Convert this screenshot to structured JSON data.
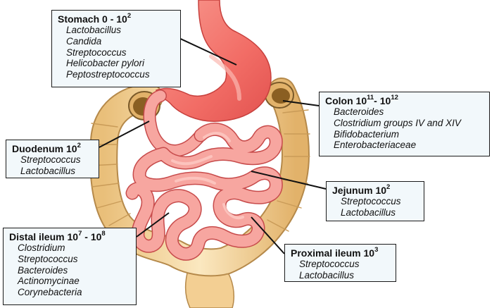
{
  "labels": {
    "stomach": {
      "name": "Stomach",
      "count_prefix": "0 - 10",
      "count_exp": "2",
      "organisms": [
        "Lactobacillus",
        "Candida",
        "Streptococcus",
        "Helicobacter pylori",
        "Peptostreptococcus"
      ]
    },
    "colon": {
      "name": "Colon",
      "count_base1": "10",
      "count_exp1": "11",
      "count_sep": "- ",
      "count_base2": "10",
      "count_exp2": "12",
      "organisms": [
        "Bacteroides",
        "Clostridium groups IV and XIV",
        "Bifidobacterium",
        "Enterobacteriaceae"
      ]
    },
    "duodenum": {
      "name": "Duodenum",
      "count_base": "10",
      "count_exp": "2",
      "organisms": [
        "Streptococcus",
        "Lactobacillus"
      ]
    },
    "jejunum": {
      "name": "Jejunum",
      "count_base": "10",
      "count_exp": "2",
      "organisms": [
        "Streptococcus",
        "Lactobacillus"
      ]
    },
    "distal_ileum": {
      "name": "Distal ileum",
      "count_base1": "10",
      "count_exp1": "7",
      "count_sep": " - ",
      "count_base2": "10",
      "count_exp2": "8",
      "organisms": [
        "Clostridium",
        "Streptococcus",
        "Bacteroides",
        "Actinomycinae",
        "Corynebacteria"
      ]
    },
    "proximal_ileum": {
      "name": "Proximal ileum",
      "count_base": "10",
      "count_exp": "3",
      "organisms": [
        "Streptococcus",
        "Lactobacillus"
      ]
    }
  },
  "colors": {
    "stomach_fill": "#f47b74",
    "stomach_shade": "#e65a55",
    "intestine_fill": "#f7a6a0",
    "intestine_outline": "#c74b4b",
    "colon_fill": "#f6d9a3",
    "colon_outline": "#b5894a",
    "label_bg": "#f2f8fb",
    "leader": "#111111"
  }
}
